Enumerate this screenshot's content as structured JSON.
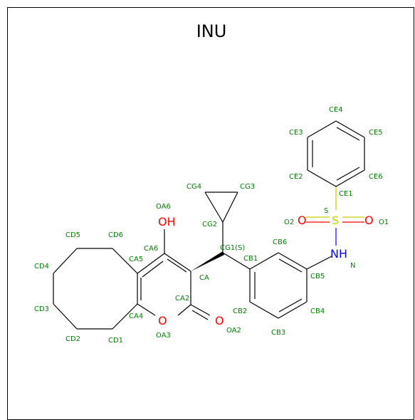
{
  "title": "INU",
  "colors": {
    "label": "#008000",
    "oxygen": "#ff0000",
    "sulfur": "#cccc00",
    "nitrogen": "#0000ff",
    "bond": "#000000"
  },
  "atoms": {
    "oh": "OH",
    "o_ring": "O",
    "o_carbonyl": "O",
    "nh": "NH",
    "s": "S",
    "o_s_left": "O",
    "o_s_right": "O"
  },
  "labels": {
    "ce4": "CE4",
    "ce3": "CE3",
    "ce5": "CE5",
    "ce2": "CE2",
    "ce6": "CE6",
    "ce1": "CE1",
    "cg4": "CG4",
    "cg3": "CG3",
    "cg2": "CG2",
    "cg1": "CG1(S)",
    "s": "S",
    "o2": "O2",
    "o1": "O1",
    "oa6": "OA6",
    "cd5": "CD5",
    "cd6": "CD6",
    "ca6": "CA6",
    "ca5": "CA5",
    "cd4": "CD4",
    "cd3": "CD3",
    "ca4": "CA4",
    "cd2": "CD2",
    "cd1": "CD1",
    "oa3": "OA3",
    "ca2": "CA2",
    "oa2": "OA2",
    "ca": "CA",
    "cb1": "CB1",
    "cb6": "CB6",
    "cb5": "CB5",
    "cb4": "CB4",
    "cb3": "CB3",
    "cb2": "CB2",
    "n": "N"
  }
}
